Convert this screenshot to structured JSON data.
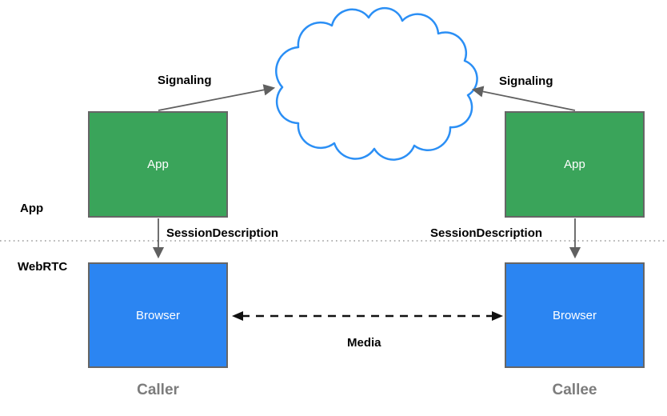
{
  "nodes": {
    "app_left": {
      "label": "App"
    },
    "app_right": {
      "label": "App"
    },
    "browser_left": {
      "label": "Browser"
    },
    "browser_right": {
      "label": "Browser"
    }
  },
  "edges": {
    "signaling_left": "Signaling",
    "signaling_right": "Signaling",
    "session_left": "SessionDescription",
    "session_right": "SessionDescription",
    "media": "Media"
  },
  "layers": {
    "app_label": "App",
    "webrtc_label": "WebRTC"
  },
  "footers": {
    "caller": "Caller",
    "callee": "Callee"
  },
  "icons": {
    "cloud": "signaling-cloud-icon"
  },
  "colors": {
    "app_box": "#3aa45a",
    "browser_box": "#2b85f2",
    "cloud_stroke": "#2b8ff5",
    "box_border": "#666666",
    "arrow": "#606060",
    "media_arrow": "#111111",
    "divider": "#999999",
    "footer_text": "#7c7c7c",
    "node_text": "#ffffff"
  }
}
